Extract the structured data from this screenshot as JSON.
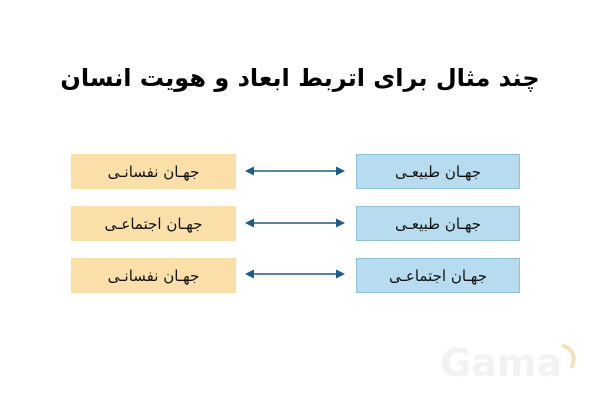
{
  "title": "چند مثال برای اتربط ابعاد و هویت انسان",
  "rows": [
    {
      "left": "جهـان نفسانـی",
      "right": "جهـان طبیعـی"
    },
    {
      "left": "جهـان اجتماعـی",
      "right": "جهـان طبیعـی"
    },
    {
      "left": "جهـان نفسانـی",
      "right": "جهـان اجتماعـی"
    }
  ],
  "colors": {
    "left_box": "#fbdfa9",
    "right_box": "#b7dcef",
    "right_box_border": "#8ec2df",
    "arrow": "#1f5b85",
    "title": "#000000"
  },
  "icons": [
    "double-headed-arrow-icon"
  ],
  "watermark": "Gama"
}
